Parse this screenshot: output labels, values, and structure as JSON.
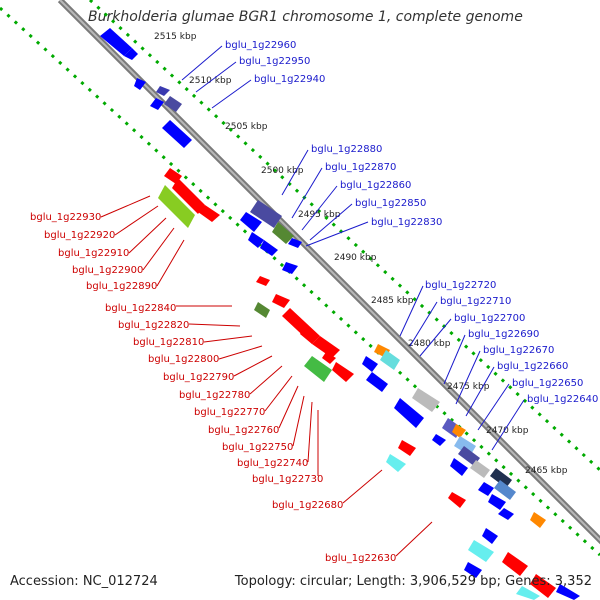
{
  "title": "Burkholderia glumae BGR1 chromosome 1, complete genome",
  "accession": "Accession: NC_012724",
  "footer": "Topology: circular; Length: 3,906,529 bp; Genes: 3,352",
  "ticks": [
    "2515 kbp",
    "2510 kbp",
    "2505 kbp",
    "2500 kbp",
    "2495 kbp",
    "2490 kbp",
    "2485 kbp",
    "2480 kbp",
    "2475 kbp",
    "2470 kbp",
    "2465 kbp"
  ],
  "genes_left": [
    "bglu_1g22930",
    "bglu_1g22920",
    "bglu_1g22910",
    "bglu_1g22900",
    "bglu_1g22890",
    "bglu_1g22840",
    "bglu_1g22820",
    "bglu_1g22810",
    "bglu_1g22800",
    "bglu_1g22790",
    "bglu_1g22780",
    "bglu_1g22770",
    "bglu_1g22760",
    "bglu_1g22750",
    "bglu_1g22740",
    "bglu_1g22730",
    "bglu_1g22680",
    "bglu_1g22630"
  ],
  "genes_right": [
    "bglu_1g22960",
    "bglu_1g22950",
    "bglu_1g22940",
    "bglu_1g22880",
    "bglu_1g22870",
    "bglu_1g22860",
    "bglu_1g22850",
    "bglu_1g22830",
    "bglu_1g22720",
    "bglu_1g22710",
    "bglu_1g22700",
    "bglu_1g22690",
    "bglu_1g22670",
    "bglu_1g22660",
    "bglu_1g22650",
    "bglu_1g22640"
  ],
  "colors": {
    "forward": "#0000ff",
    "reverse": "#ff0000",
    "backbone": "#808080",
    "dots": "#009900",
    "right_label": "#1a1acc",
    "left_label": "#cc0000"
  }
}
